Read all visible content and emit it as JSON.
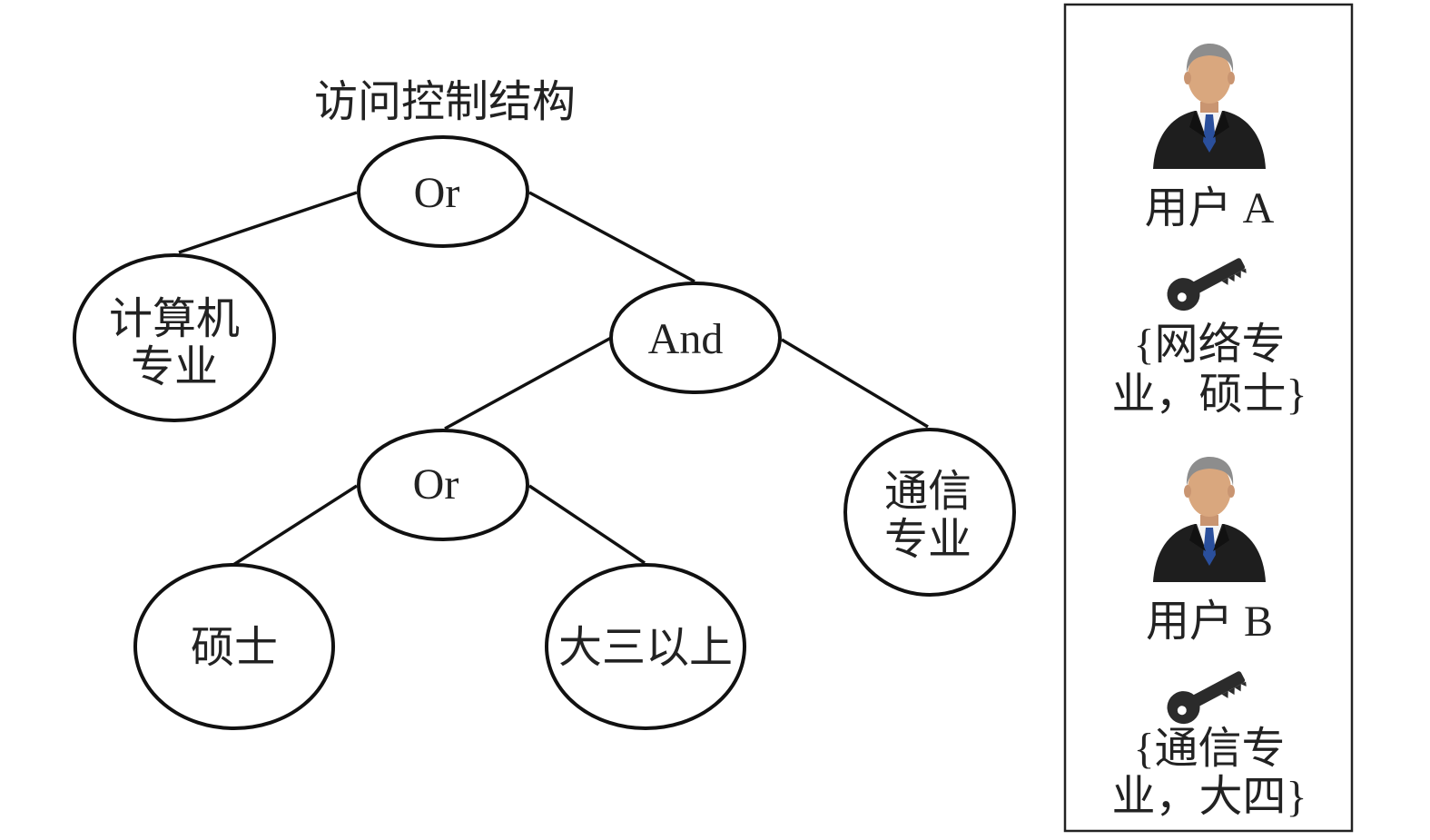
{
  "tree": {
    "title": "访问控制结构",
    "nodes": {
      "root_or": "Or",
      "cs_major": [
        "计算机",
        "专业"
      ],
      "and": "And",
      "inner_or": "Or",
      "telecom_major": [
        "通信",
        "专业"
      ],
      "master": "硕士",
      "junior_plus": "大三以上"
    }
  },
  "users": [
    {
      "name": "用户 A",
      "attributes": [
        "{网络专",
        "业，硕士}"
      ],
      "icons": {
        "avatar": "businessman-avatar-icon",
        "key": "key-icon"
      }
    },
    {
      "name": "用户 B",
      "attributes": [
        "{通信专",
        "业，大四}"
      ],
      "icons": {
        "avatar": "businessman-avatar-icon",
        "key": "key-icon"
      }
    }
  ],
  "colors": {
    "stroke": "#111111",
    "text": "#222222",
    "suit": "#1e1e1e",
    "tie": "#2a4f9c",
    "skin": "#d9a77e",
    "hair": "#8d8d8d",
    "key": "#2b2b2b"
  }
}
